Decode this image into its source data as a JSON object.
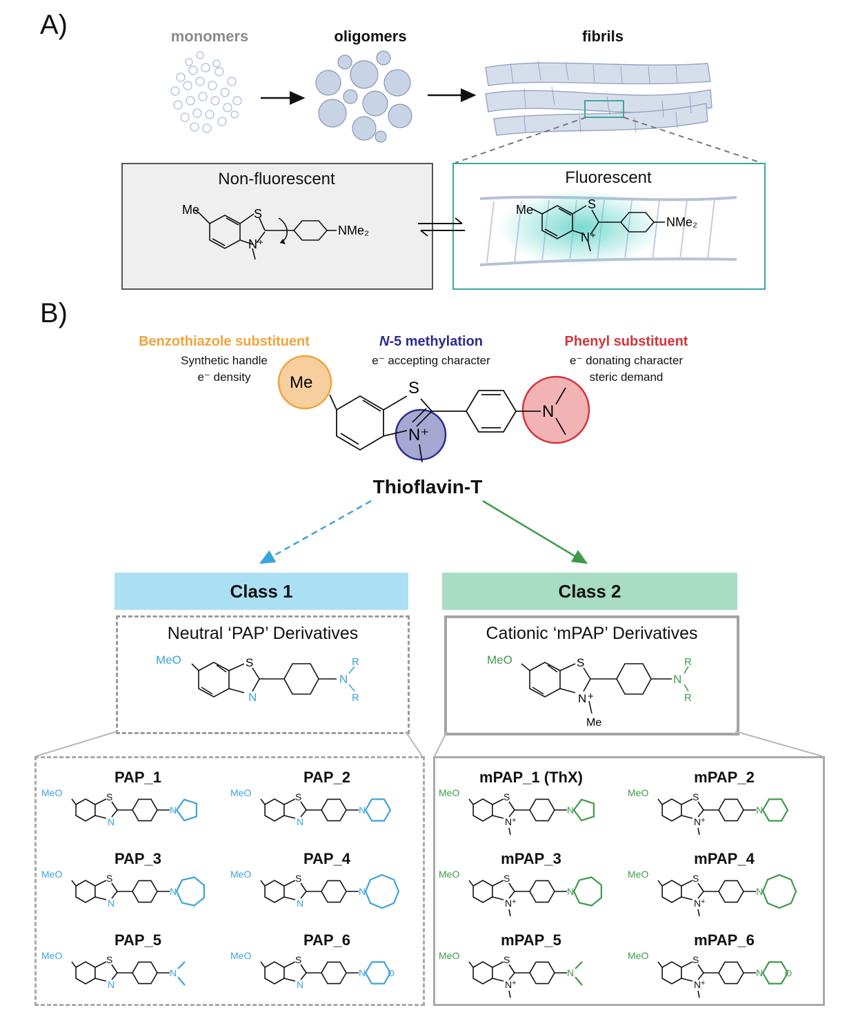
{
  "panels": {
    "a_label": "A)",
    "b_label": "B)"
  },
  "stages": {
    "monomers": "monomers",
    "oligomers": "oligomers",
    "fibrils": "fibrils"
  },
  "boxes": {
    "non_fluorescent": "Non-fluorescent",
    "fluorescent": "Fluorescent"
  },
  "atoms": {
    "me": "Me",
    "s": "S",
    "n_plus": "N⁺",
    "nme2": "NMe₂",
    "n": "N",
    "plus": "+",
    "meo": "MeO",
    "r": "R",
    "o": "O"
  },
  "features": {
    "benzothiazole": {
      "title": "Benzothiazole substituent",
      "line1": "Synthetic handle",
      "line2": "e⁻ density",
      "color": "#f0a33a"
    },
    "n5": {
      "title_italic": "N",
      "title_rest": "-5 methylation",
      "line1": "e⁻ accepting character",
      "color": "#2b2d8e"
    },
    "phenyl": {
      "title": "Phenyl substituent",
      "line1": "e⁻ donating character",
      "line2": "steric demand",
      "color": "#d6333a"
    }
  },
  "thioflavin": "Thioflavin-T",
  "classes": [
    {
      "header": "Class 1",
      "derivatives": "Neutral ‘PAP’ Derivatives",
      "color": "#3aa3dc",
      "bg": "#abe0f3"
    },
    {
      "header": "Class 2",
      "derivatives": "Cationic ‘mPAP’ Derivatives",
      "color": "#3d9a48",
      "bg": "#a8dcc4"
    }
  ],
  "compounds_class1": [
    "PAP_1",
    "PAP_2",
    "PAP_3",
    "PAP_4",
    "PAP_5",
    "PAP_6"
  ],
  "compounds_class2": [
    "mPAP_1 (ThX)",
    "mPAP_2",
    "mPAP_3",
    "mPAP_4",
    "mPAP_5",
    "mPAP_6"
  ]
}
